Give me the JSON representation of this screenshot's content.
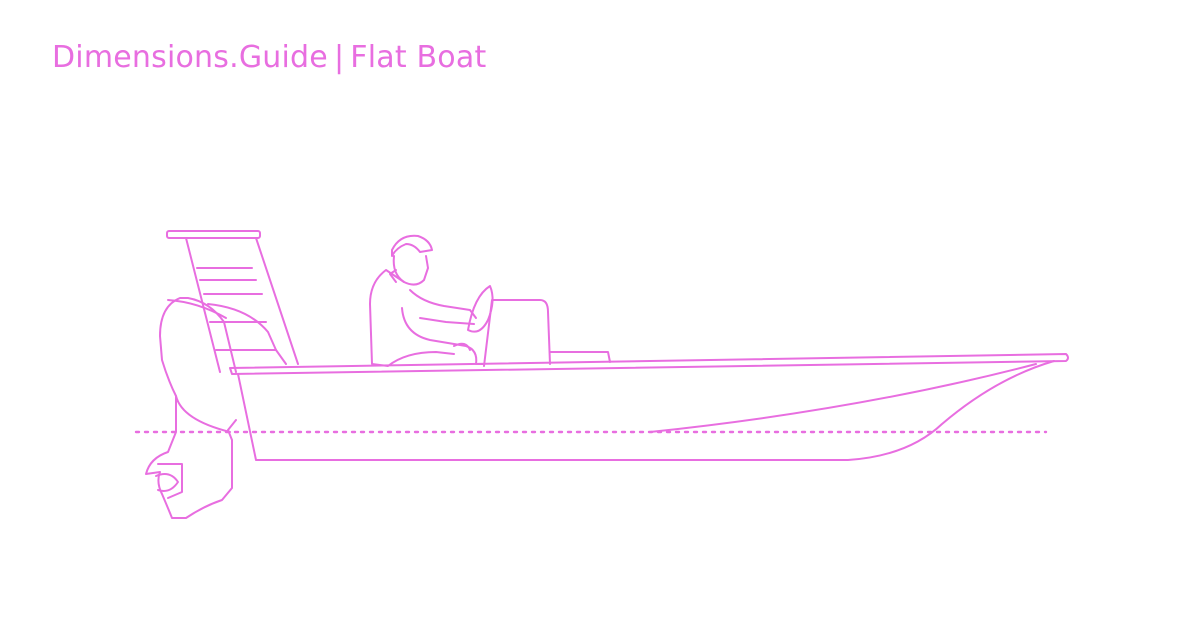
{
  "header": {
    "brand": "Dimensions.Guide",
    "separator": "|",
    "subject": "Flat Boat"
  },
  "colors": {
    "accent": "#e86ee0",
    "background": "#ffffff"
  },
  "illustration": {
    "subject": "flat-boat-side-view"
  }
}
